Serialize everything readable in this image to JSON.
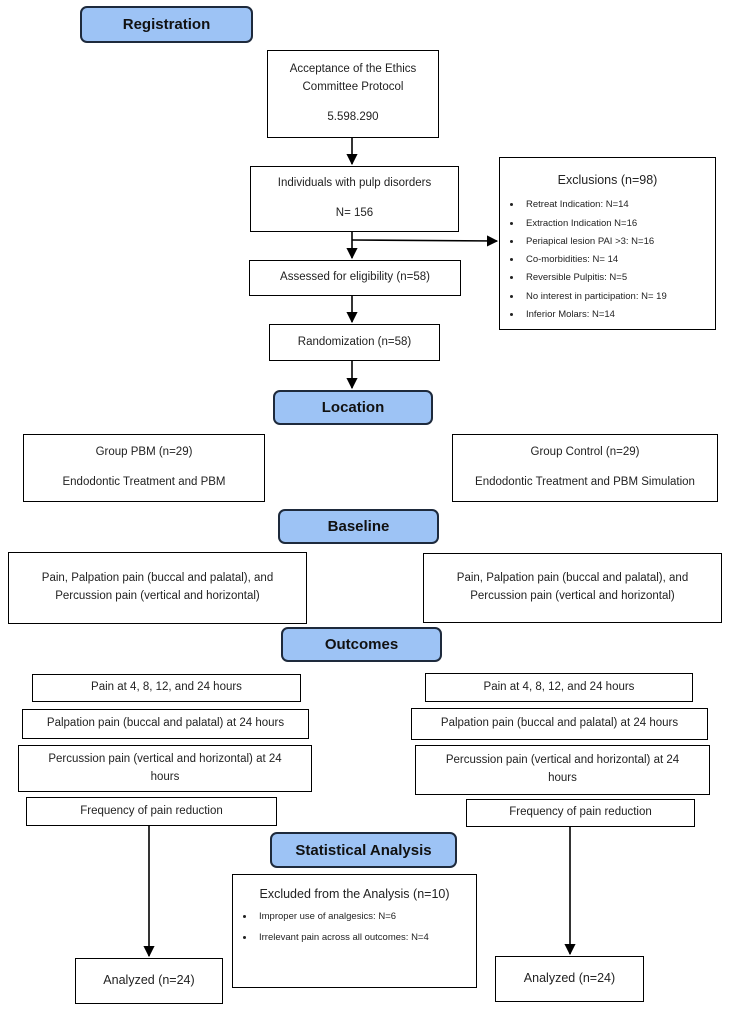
{
  "stages": {
    "registration": "Registration",
    "location": "Location",
    "baseline": "Baseline",
    "outcomes": "Outcomes",
    "statistical_analysis": "Statistical Analysis"
  },
  "ethics": {
    "line1": "Acceptance of the Ethics",
    "line2": "Committee Protocol",
    "number": "5.598.290"
  },
  "individuals": {
    "label": "Individuals with pulp disorders",
    "count": "N= 156"
  },
  "exclusions": {
    "title": "Exclusions (n=98)",
    "items": [
      "Retreat Indication: N=14",
      "Extraction Indication N=16",
      "Periapical lesion PAI >3: N=16",
      "Co-morbidities: N= 14",
      "Reversible Pulpitis: N=5",
      "No interest in participation: N= 19",
      "Inferior Molars: N=14"
    ]
  },
  "eligibility": "Assessed for eligibility (n=58)",
  "randomization": "Randomization (n=58)",
  "groups": {
    "pbm": {
      "title": "Group PBM (n=29)",
      "desc": "Endodontic Treatment and PBM"
    },
    "control": {
      "title": "Group Control (n=29)",
      "desc": "Endodontic Treatment and PBM Simulation"
    }
  },
  "baseline_text": {
    "line1": "Pain, Palpation pain (buccal and palatal), and",
    "line2": "Percussion pain (vertical and horizontal)"
  },
  "outcome_items": {
    "pain": "Pain at 4, 8, 12, and 24 hours",
    "palpation": "Palpation pain (buccal and palatal) at 24 hours",
    "percussion_line1": "Percussion pain (vertical and horizontal) at 24",
    "percussion_line2": "hours",
    "frequency": "Frequency of pain reduction"
  },
  "excluded_analysis": {
    "title": "Excluded from the Analysis (n=10)",
    "item1": "Improper use of analgesics: N=6",
    "item2": "Irrelevant pain across all outcomes: N=4"
  },
  "analyzed": "Analyzed (n=24)"
}
